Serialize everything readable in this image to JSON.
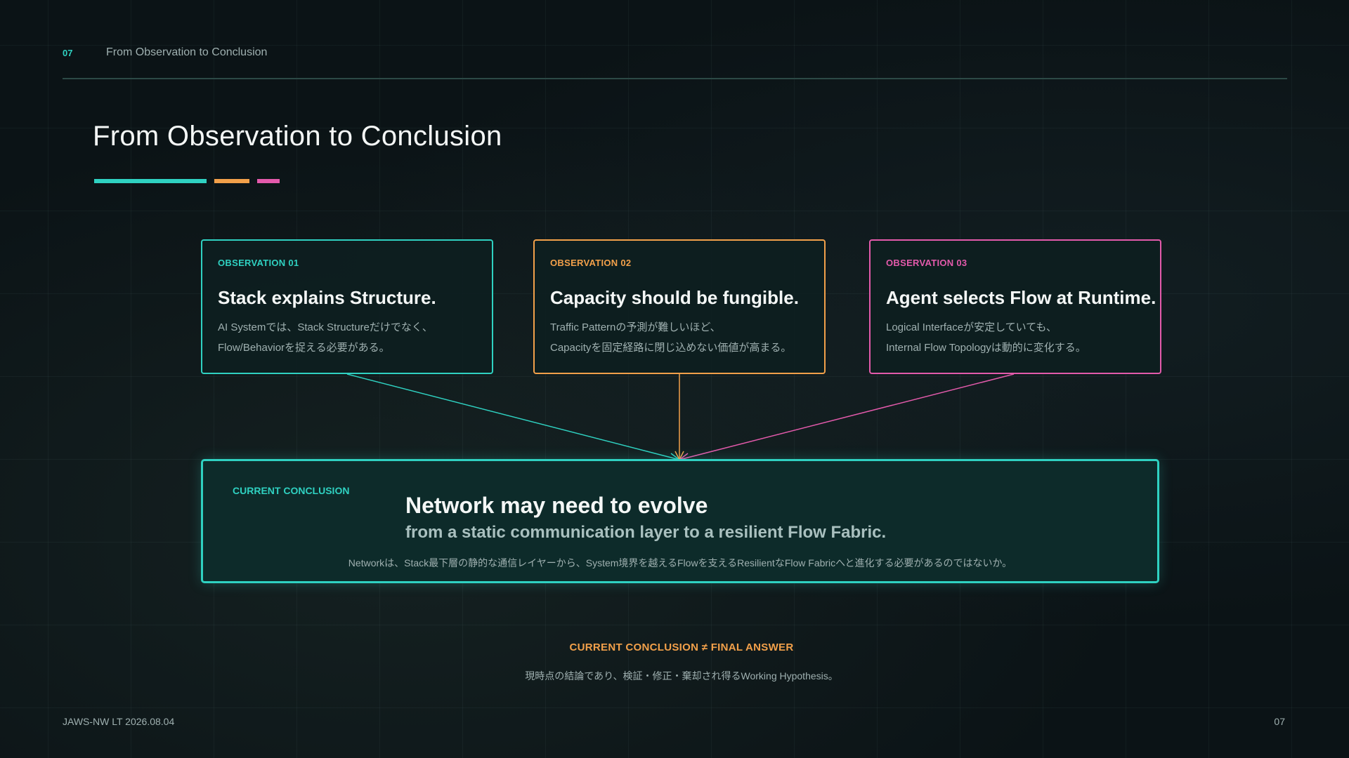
{
  "header": {
    "page_number": "07",
    "title": "From Observation to Conclusion"
  },
  "main_title": "From Observation to Conclusion",
  "colors": {
    "teal": "#2fd1c1",
    "orange": "#f2a04a",
    "pink": "#e35aab",
    "background": "#0b1316"
  },
  "observations": [
    {
      "kicker": "OBSERVATION 01",
      "title": "Stack explains Structure.",
      "body_line1": "AI Systemでは、Stack Structureだけでなく、",
      "body_line2": "Flow/Behaviorを捉える必要がある。"
    },
    {
      "kicker": "OBSERVATION 02",
      "title": "Capacity should be fungible.",
      "body_line1": "Traffic Patternの予測が難しいほど、",
      "body_line2": "Capacityを固定経路に閉じ込めない価値が高まる。"
    },
    {
      "kicker": "OBSERVATION 03",
      "title": "Agent selects Flow at Runtime.",
      "body_line1": "Logical Interfaceが安定していても、",
      "body_line2": "Internal Flow Topologyは動的に変化する。"
    }
  ],
  "conclusion": {
    "kicker": "CURRENT CONCLUSION",
    "headline": "Network may need to evolve",
    "subline": "from a static communication layer to a resilient Flow Fabric.",
    "note": "Networkは、Stack最下層の静的な通信レイヤーから、System境界を越えるFlowを支えるResilientなFlow Fabricへと進化する必要があるのではないか。"
  },
  "banner": {
    "text": "CURRENT CONCLUSION ≠ FINAL ANSWER",
    "subtext": "現時点の結論であり、検証・修正・棄却され得るWorking Hypothesis。"
  },
  "footer": {
    "left": "JAWS-NW LT 2026.08.04",
    "right": "07"
  }
}
